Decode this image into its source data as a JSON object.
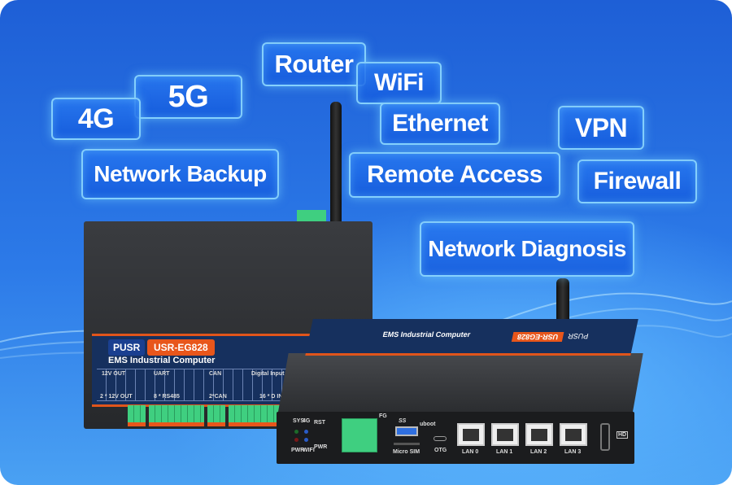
{
  "features": [
    "Router",
    "5G",
    "4G",
    "WiFi",
    "Ethernet",
    "VPN",
    "Network Backup",
    "Remote Access",
    "Firewall",
    "Network Diagnosis"
  ],
  "device_back": {
    "brand": "PUSR",
    "model": "USR-EG828",
    "subtitle": "EMS Industrial Computer",
    "sections": [
      "12V OUT",
      "UART",
      "CAN",
      "Digital Input"
    ],
    "section_notes": [
      "2 * 12V OUT",
      "8 * RS485",
      "2*CAN",
      "16 * D IN"
    ]
  },
  "device_front": {
    "brand": "PUSR",
    "model": "USR-EG828",
    "subtitle": "EMS Industrial Computer",
    "ports": {
      "sys": "SYS",
      "g4": "4G",
      "pwr": "PWR",
      "wifi": "WIFI",
      "rst": "RST",
      "pwr_btn": "PWR",
      "fg": "FG",
      "usb": "SS",
      "uboot": "uboot",
      "sim": "Micro SIM",
      "otg": "OTG",
      "lan": [
        "LAN 0",
        "LAN 1",
        "LAN 2",
        "LAN 3"
      ],
      "hdmi": "HD"
    }
  },
  "colors": {
    "background": "#2c7ae8",
    "accent": "#e8561b",
    "band": "#16305e"
  }
}
